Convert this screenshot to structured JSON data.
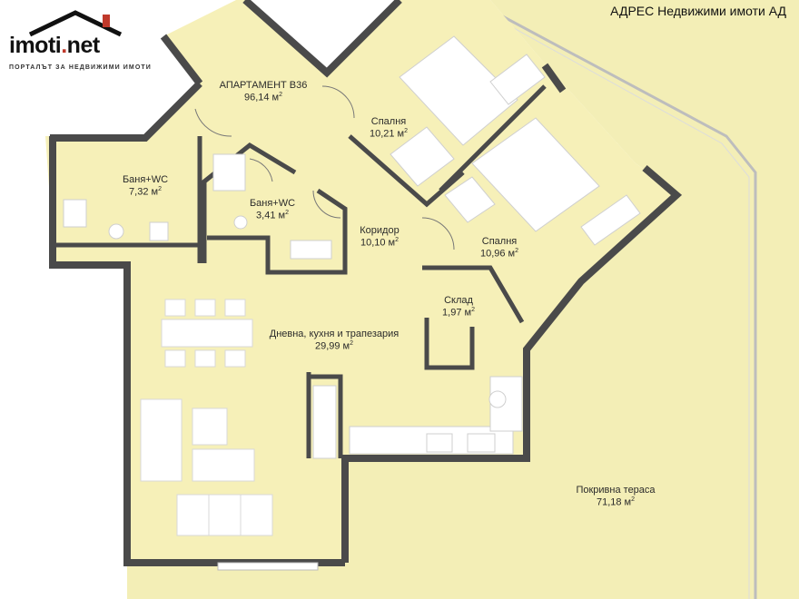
{
  "brand": {
    "logo_main": "imoti",
    "logo_dot": ".",
    "logo_tld": "net",
    "tagline": "ПОРТАЛЪТ ЗА НЕДВИЖИМИ ИМОТИ"
  },
  "agency": "АДРЕС Недвижими имоти АД",
  "apartment": {
    "name": "АПАРТАМЕНТ B36",
    "area": "96,14 м"
  },
  "rooms": [
    {
      "id": "bath-wc-1",
      "name": "Баня+WC",
      "area": "7,32 м"
    },
    {
      "id": "bath-wc-2",
      "name": "Баня+WC",
      "area": "3,41 м"
    },
    {
      "id": "bedroom-1",
      "name": "Спалня",
      "area": "10,21 м"
    },
    {
      "id": "bedroom-2",
      "name": "Спалня",
      "area": "10,96 м"
    },
    {
      "id": "corridor",
      "name": "Коридор",
      "area": "10,10 м"
    },
    {
      "id": "storage",
      "name": "Склад",
      "area": "1,97 м"
    },
    {
      "id": "living",
      "name": "Дневна, кухня и трапезария",
      "area": "29,99 м"
    },
    {
      "id": "terrace",
      "name": "Покривна тераса",
      "area": "71,18 м"
    }
  ],
  "area_unit_sup": "2",
  "colors": {
    "floor": "#f6f0b8",
    "terrace": "#f3eeb6",
    "wall": "#4a4a4a",
    "furniture": "#ffffff",
    "accent": "#c0392b"
  }
}
